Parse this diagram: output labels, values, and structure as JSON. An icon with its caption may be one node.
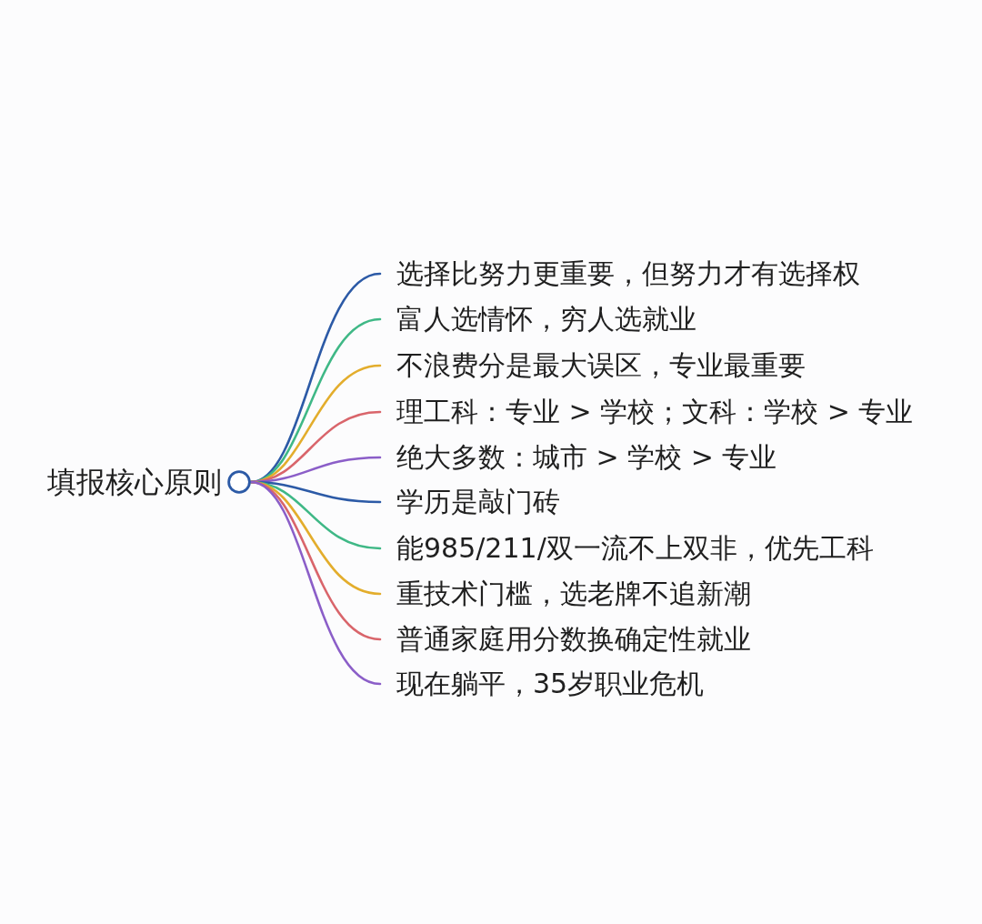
{
  "diagram": {
    "nodes": [
      {
        "text": [
          "填报核心原则"
        ]
      },
      {
        "text": [],
        "shape": "circle"
      },
      {
        "text": [
          "选择比努力更重要，但努力才有选择权"
        ]
      },
      {
        "text": [
          "富人选情怀，穷人选就业"
        ]
      },
      {
        "text": [
          "不浪费分是最大误区，专业最重要"
        ]
      },
      {
        "text": [
          "理工科：专业 > 学校；文科：学校 > 专业"
        ]
      },
      {
        "text": [
          "绝大多数：城市 > 学校 > 专业"
        ]
      },
      {
        "text": [
          "学历是敲门砖"
        ]
      },
      {
        "text": [
          "能985/211/双一流不上双非，优先工科"
        ]
      },
      {
        "text": [
          "重技术门槛，选老牌不追新潮"
        ]
      },
      {
        "text": [
          "普通家庭用分数换确定性就业"
        ]
      },
      {
        "text": [
          "现在躺平，35岁职业危机"
        ]
      }
    ],
    "edges": [
      {
        "from": 1,
        "to": 2,
        "arrow": "none",
        "color": "#2c5aa6"
      },
      {
        "from": 1,
        "to": 3,
        "arrow": "none",
        "color": "#3fb886"
      },
      {
        "from": 1,
        "to": 4,
        "arrow": "none",
        "color": "#e3ad2c"
      },
      {
        "from": 1,
        "to": 5,
        "arrow": "none",
        "color": "#d9656b"
      },
      {
        "from": 1,
        "to": 6,
        "arrow": "none",
        "color": "#8b5ec8"
      },
      {
        "from": 1,
        "to": 7,
        "arrow": "none",
        "color": "#2c5aa6"
      },
      {
        "from": 1,
        "to": 8,
        "arrow": "none",
        "color": "#3fb886"
      },
      {
        "from": 1,
        "to": 9,
        "arrow": "none",
        "color": "#e3ad2c"
      },
      {
        "from": 1,
        "to": 10,
        "arrow": "none",
        "color": "#d9656b"
      },
      {
        "from": 1,
        "to": 11,
        "arrow": "none",
        "color": "#8b5ec8"
      }
    ]
  }
}
